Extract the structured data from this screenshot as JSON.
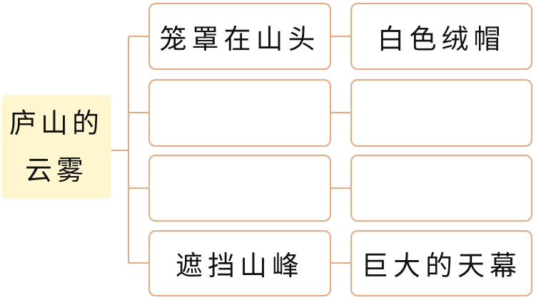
{
  "root": {
    "line1": "庐山的",
    "line2": "云雾"
  },
  "rows": [
    {
      "left": "笼罩在山头",
      "right": "白色绒帽"
    },
    {
      "left": "",
      "right": ""
    },
    {
      "left": "",
      "right": ""
    },
    {
      "left": "遮挡山峰",
      "right": "巨大的天幕"
    }
  ],
  "colors": {
    "connector": "#f0a77a",
    "box_border": "#f0a77a",
    "root_fill": "#fdf6cf"
  }
}
